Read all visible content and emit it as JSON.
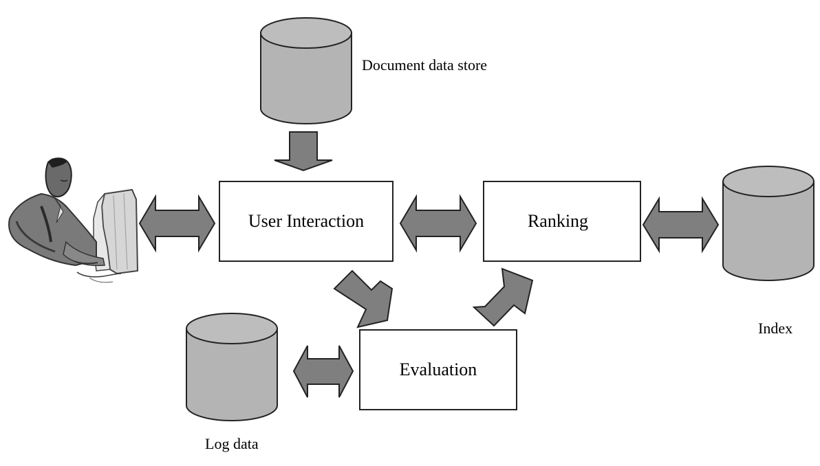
{
  "stores": {
    "document": {
      "label": "Document data store"
    },
    "index": {
      "label": "Index"
    },
    "log": {
      "label": "Log data"
    }
  },
  "processes": {
    "user_interaction": {
      "label": "User Interaction"
    },
    "ranking": {
      "label": "Ranking"
    },
    "evaluation": {
      "label": "Evaluation"
    }
  },
  "actors": [
    {
      "icon": "user-at-computer-icon"
    }
  ],
  "flows": [
    {
      "from": "stores.document",
      "to": "processes.user_interaction",
      "direction": "one-way"
    },
    {
      "from": "actors.user",
      "to": "processes.user_interaction",
      "direction": "two-way"
    },
    {
      "from": "processes.user_interaction",
      "to": "processes.ranking",
      "direction": "two-way"
    },
    {
      "from": "processes.ranking",
      "to": "stores.index",
      "direction": "two-way"
    },
    {
      "from": "processes.user_interaction",
      "to": "processes.evaluation",
      "direction": "one-way"
    },
    {
      "from": "processes.evaluation",
      "to": "processes.ranking",
      "direction": "one-way"
    },
    {
      "from": "stores.log",
      "to": "processes.evaluation",
      "direction": "two-way"
    }
  ],
  "colors": {
    "cylinder_fill": "#b4b4b4",
    "arrow_fill": "#7f7f7f",
    "stroke": "#222222",
    "box_fill": "#ffffff"
  }
}
